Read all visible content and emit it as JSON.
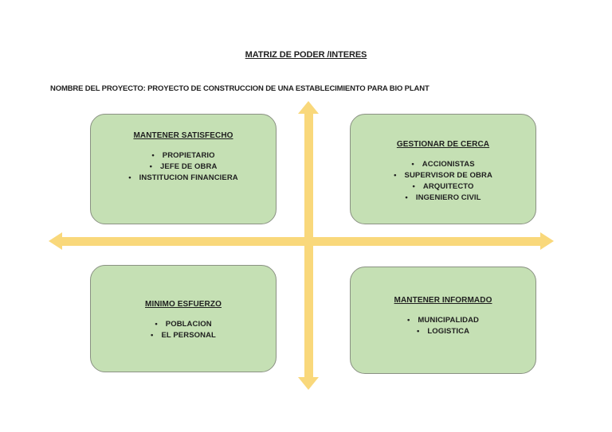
{
  "page": {
    "title": "MATRIZ DE PODER /INTERES",
    "project_line": "NOMBRE DEL PROYECTO: PROYECTO DE CONSTRUCCION DE UNA ESTABLECIMIENTO PARA BIO PLANT"
  },
  "matrix": {
    "quadrants": [
      {
        "position": "top-left",
        "title": "MANTENER SATISFECHO",
        "items": [
          "PROPIETARIO",
          "JEFE DE OBRA",
          "INSTITUCION FINANCIERA"
        ]
      },
      {
        "position": "top-right",
        "title": "GESTIONAR DE CERCA",
        "items": [
          "ACCIONISTAS",
          "SUPERVISOR DE OBRA",
          "ARQUITECTO",
          "INGENIERO CIVIL"
        ]
      },
      {
        "position": "bottom-left",
        "title": "MINIMO ESFUERZO",
        "items": [
          "POBLACION",
          "EL PERSONAL"
        ]
      },
      {
        "position": "bottom-right",
        "title": "MANTENER INFORMADO",
        "items": [
          "MUNICIPALIDAD",
          "LOGISTICA"
        ]
      }
    ],
    "colors": {
      "box_fill": "#c5e0b4",
      "box_border": "#8a9183",
      "axis_arrow": "#f9d87b",
      "text": "#1f1f1f",
      "background": "#ffffff"
    }
  }
}
